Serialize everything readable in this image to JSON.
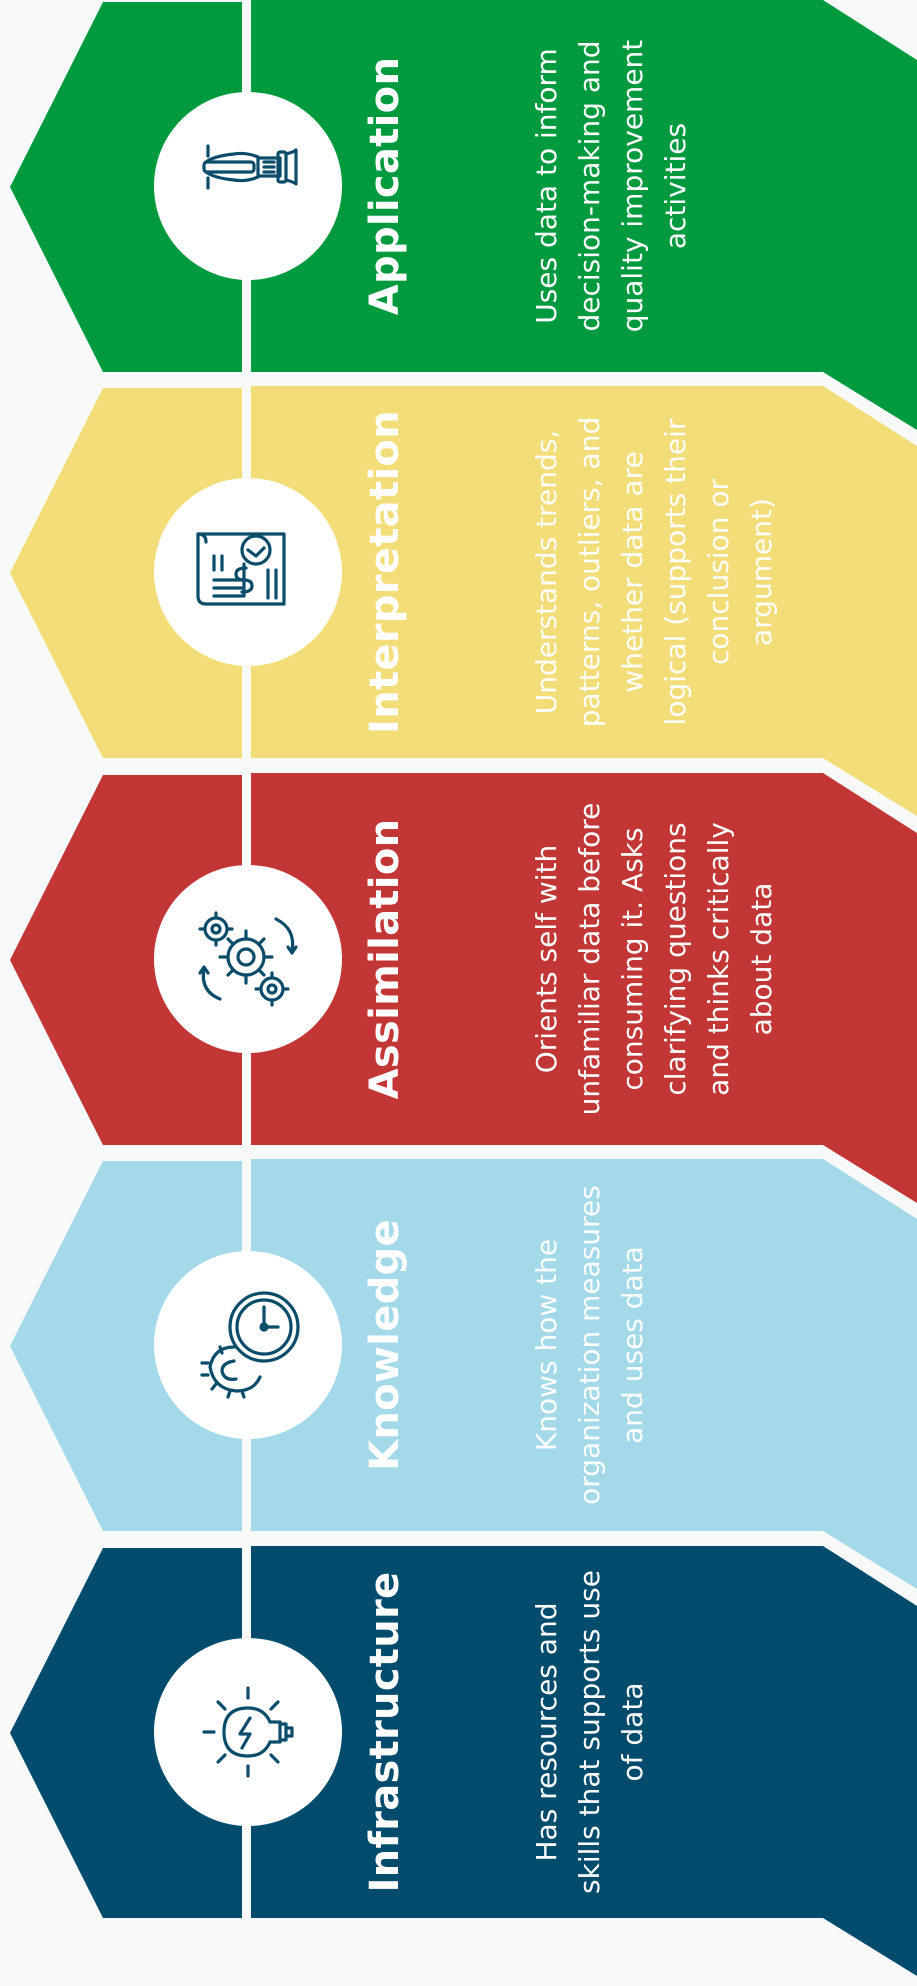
{
  "colors": {
    "background": "#f8fafa",
    "application": "#009a3e",
    "interpretation": "#f2dd78",
    "assimilation": "#c23635",
    "knowledge": "#a3d9e8",
    "infrastructure": "#014b6d",
    "icon_stroke": "#0a4c6a"
  },
  "stages": [
    {
      "id": "application",
      "title": "Application",
      "description": "Uses data to inform decision-making and quality improvement activities",
      "icon": "trophy-icon"
    },
    {
      "id": "interpretation",
      "title": "Interpretation",
      "description": "Understands trends, patterns, outliers, and whether data are logical (supports their conclusion or argument)",
      "icon": "financial-report-icon"
    },
    {
      "id": "assimilation",
      "title": "Assimilation",
      "description": "Orients self with unfamiliar data before consuming it. Asks clarifying questions and thinks critically about data",
      "icon": "gears-icon"
    },
    {
      "id": "knowledge",
      "title": "Knowledge",
      "description": "Knows how the organization measures and uses data",
      "icon": "clock-gear-icon"
    },
    {
      "id": "infrastructure",
      "title": "Infrastructure",
      "description": "Has resources and skills that supports use of data",
      "icon": "lightbulb-icon"
    }
  ]
}
